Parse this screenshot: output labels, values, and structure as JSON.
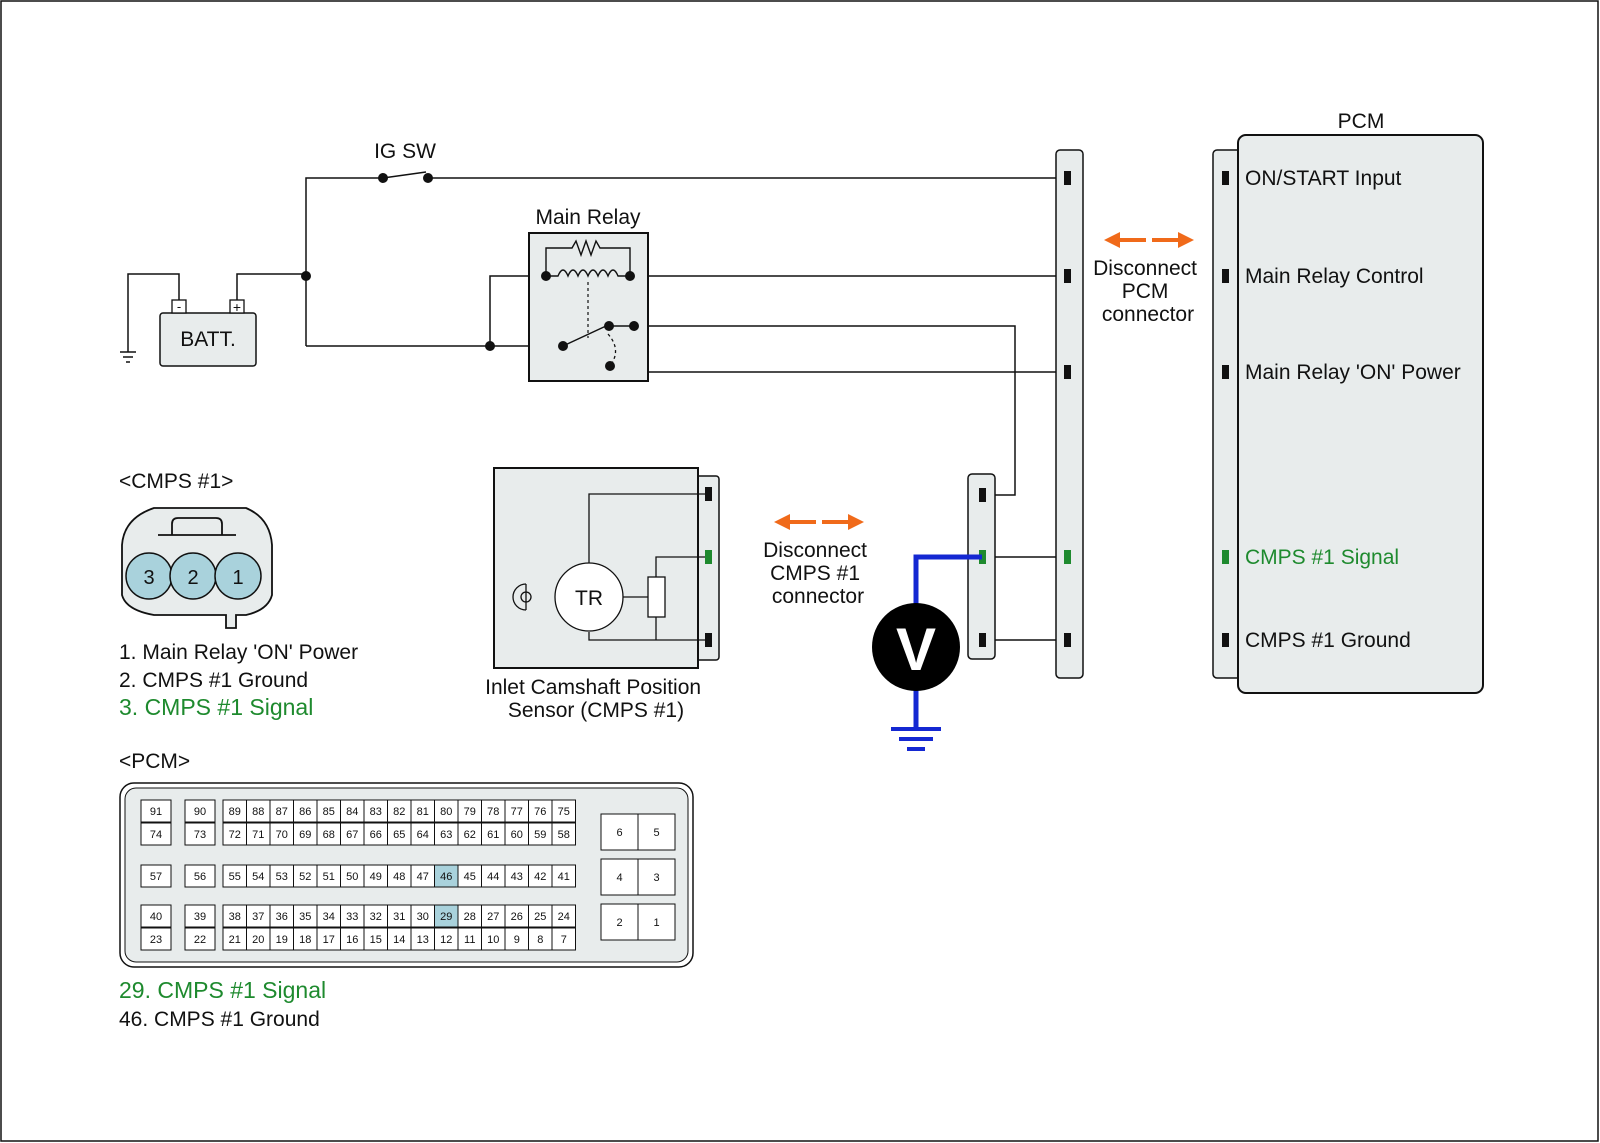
{
  "colors": {
    "line": "#111111",
    "connector_fill": "#e8ecec",
    "green": "#1e8a2e",
    "orange": "#f06a1a",
    "blue": "#1428d2",
    "pin_highlight": "#a9d2dc"
  },
  "labels": {
    "ig_sw": "IG SW",
    "main_relay": "Main Relay",
    "batt": "BATT.",
    "batt_minus": "-",
    "batt_plus": "+",
    "pcm": "PCM",
    "disconnect_pcm": [
      "Disconnect",
      "PCM",
      "connector"
    ],
    "disconnect_cmps": [
      "Disconnect",
      "CMPS #1",
      "connector"
    ],
    "sensor_tr": "TR",
    "sensor_name": [
      "Inlet Camshaft Position",
      "Sensor (CMPS #1)"
    ],
    "voltmeter": "V"
  },
  "pcm_pins": [
    {
      "label": "ON/START Input",
      "color": "black"
    },
    {
      "label": "Main Relay Control",
      "color": "black"
    },
    {
      "label": "Main Relay 'ON' Power",
      "color": "black"
    },
    {
      "label": "CMPS #1 Signal",
      "color": "green"
    },
    {
      "label": "CMPS #1 Ground",
      "color": "black"
    }
  ],
  "cmps_connector": {
    "title": "<CMPS #1>",
    "pins": [
      "3",
      "2",
      "1"
    ],
    "legend": [
      {
        "text": "1. Main Relay 'ON' Power",
        "color": "black"
      },
      {
        "text": "2. CMPS #1 Ground",
        "color": "black"
      },
      {
        "text": "3. CMPS #1 Signal",
        "color": "green"
      }
    ]
  },
  "pcm_connector": {
    "title": "<PCM>",
    "row1_top": [
      "89",
      "88",
      "87",
      "86",
      "85",
      "84",
      "83",
      "82",
      "81",
      "80",
      "79",
      "78",
      "77",
      "76",
      "75"
    ],
    "row1_bottom": [
      "72",
      "71",
      "70",
      "69",
      "68",
      "67",
      "66",
      "65",
      "64",
      "63",
      "62",
      "61",
      "60",
      "59",
      "58"
    ],
    "row2": [
      "55",
      "54",
      "53",
      "52",
      "51",
      "50",
      "49",
      "48",
      "47",
      "46",
      "45",
      "44",
      "43",
      "42",
      "41"
    ],
    "row3_top": [
      "38",
      "37",
      "36",
      "35",
      "34",
      "33",
      "32",
      "31",
      "30",
      "29",
      "28",
      "27",
      "26",
      "25",
      "24"
    ],
    "row3_bottom": [
      "21",
      "20",
      "19",
      "18",
      "17",
      "16",
      "15",
      "14",
      "13",
      "12",
      "11",
      "10",
      "9",
      "8",
      "7"
    ],
    "left_col_a": [
      "91",
      "74",
      "57",
      "40",
      "23"
    ],
    "left_col_b": [
      "90",
      "73",
      "56",
      "39",
      "22"
    ],
    "right_block": [
      [
        "6",
        "5"
      ],
      [
        "4",
        "3"
      ],
      [
        "2",
        "1"
      ]
    ],
    "highlighted": [
      "46",
      "29"
    ],
    "legend": [
      {
        "text": "29. CMPS #1 Signal",
        "color": "green"
      },
      {
        "text": "46. CMPS #1 Ground",
        "color": "black"
      }
    ]
  }
}
